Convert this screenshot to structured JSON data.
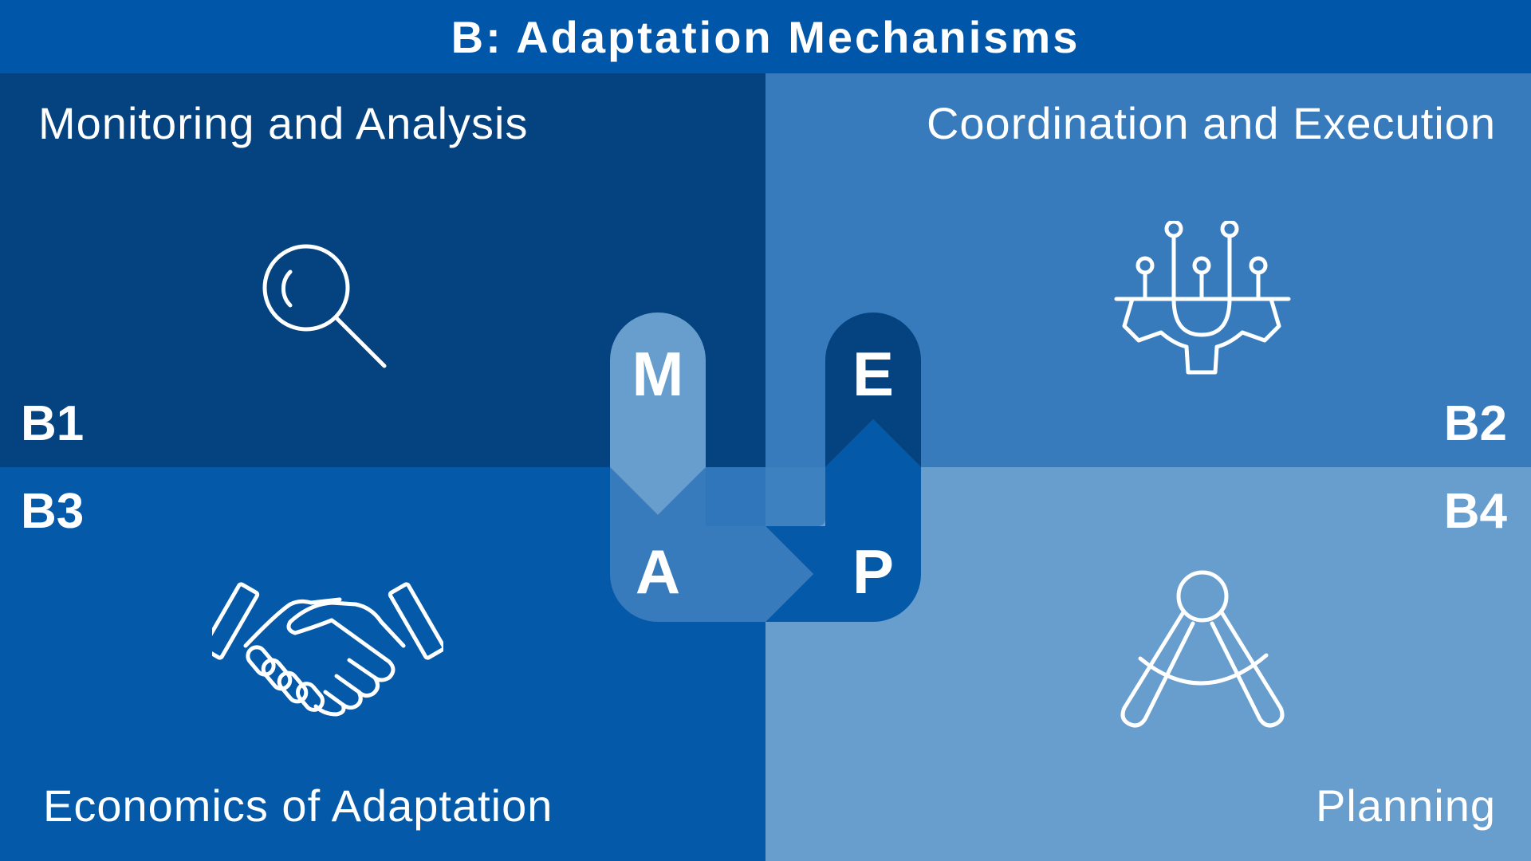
{
  "header": {
    "title": "B: Adaptation Mechanisms"
  },
  "colors": {
    "header": "#0056a8",
    "b1": "#04437f",
    "b2": "#377bbd",
    "b3": "#0459a9",
    "b4": "#689ecd"
  },
  "quadrants": [
    {
      "code": "B1",
      "title": "Monitoring and Analysis",
      "icon": "magnifier-icon"
    },
    {
      "code": "B2",
      "title": "Coordination and Execution",
      "icon": "gear-circuit-icon"
    },
    {
      "code": "B3",
      "title": "Economics of Adaptation",
      "icon": "handshake-icon"
    },
    {
      "code": "B4",
      "title": "Planning",
      "icon": "drafting-compass-icon"
    }
  ],
  "mape": {
    "m": "M",
    "a": "A",
    "p": "P",
    "e": "E"
  }
}
